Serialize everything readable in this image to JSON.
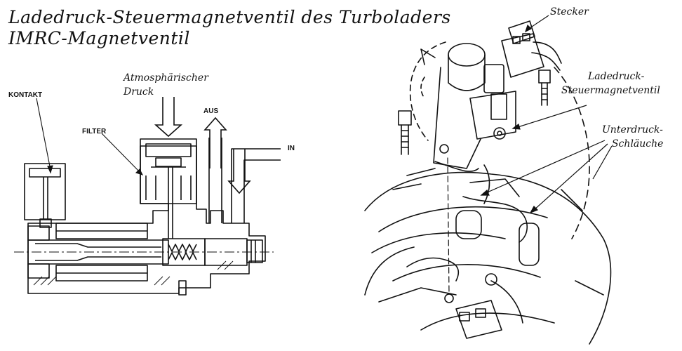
{
  "title": {
    "line1": "Ladedruck-Steuermagnetventil des Turboladers",
    "line2": "IMRC-Magnetventil"
  },
  "left_diagram": {
    "contact_label": "KONTAKT",
    "filter_label": "FILTER",
    "atmospheric_label_1": "Atmosphärischer",
    "atmospheric_label_2": "Druck",
    "aus_label": "AUS",
    "in_label": "IN"
  },
  "right_diagram": {
    "connector_label": "Stecker",
    "valve_label_1": "Ladedruck-",
    "valve_label_2": "Steuermagnetventil",
    "hose_label_1": "Unterdruck-",
    "hose_label_2": "Schläuche"
  }
}
